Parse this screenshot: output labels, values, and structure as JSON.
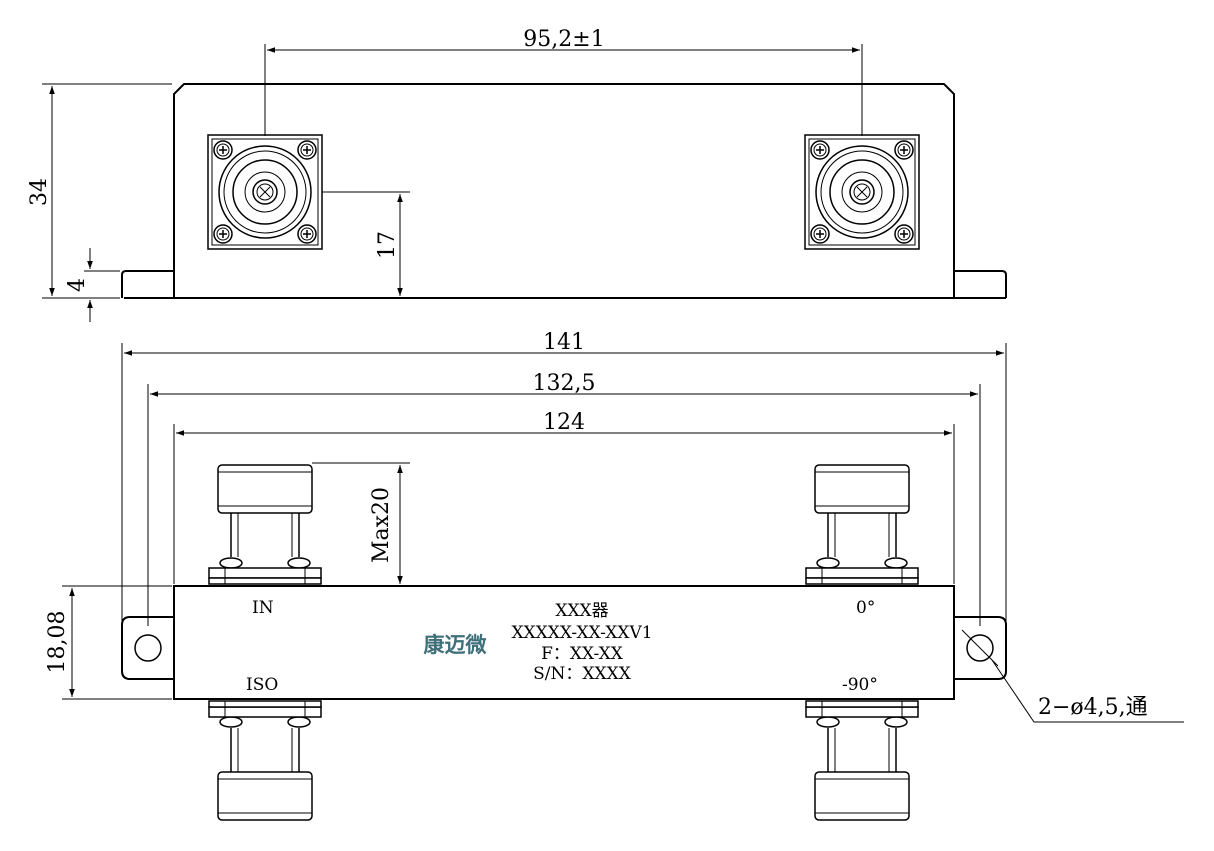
{
  "dimensions": {
    "connector_spacing": "95,2±1",
    "height_total": "34",
    "flange_thickness": "4",
    "connector_center_height": "17",
    "length_overall": "141",
    "hole_spacing": "132,5",
    "body_length": "124",
    "connector_max_length": "Max20",
    "body_width": "18,08",
    "mounting_holes": "2−ø4,5,通"
  },
  "ports": {
    "input": "IN",
    "isolated": "ISO",
    "out_0": "0°",
    "out_90": "-90°"
  },
  "nameplate": {
    "product": "XXX器",
    "model": "XXXXX-XX-XXV1",
    "frequency": "F：XX-XX",
    "serial": "S/N：XXXX"
  },
  "brand": {
    "logo_text": "康迈微",
    "color": "#3f6f78"
  }
}
